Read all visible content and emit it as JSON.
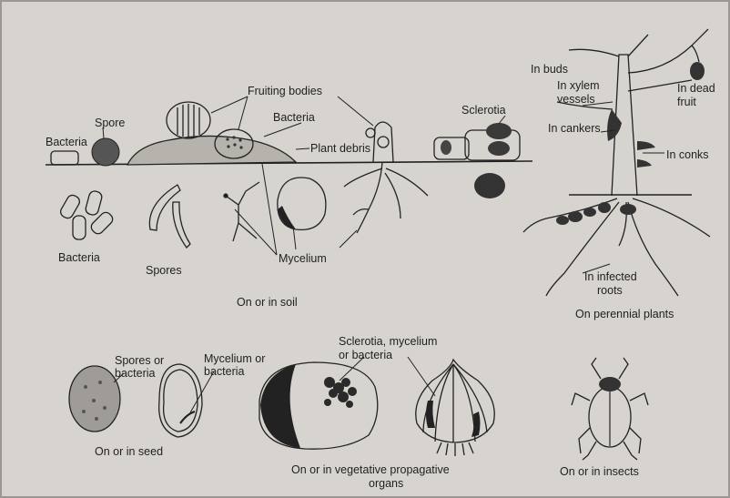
{
  "soil_section": {
    "bacteria_label": "Bacteria",
    "spore_label": "Spore",
    "fruiting_bodies_label": "Fruiting bodies",
    "bacteria_label_2": "Bacteria",
    "plant_debris_label": "Plant debris",
    "sclerotia_label": "Sclerotia",
    "bacteria_bottom_label": "Bacteria",
    "spores_label": "Spores",
    "mycelium_label": "Mycelium",
    "caption": "On or in soil"
  },
  "perennial_section": {
    "buds_label": "In buds",
    "xylem_label_1": "In xylem",
    "xylem_label_2": "vessels",
    "dead_label_1": "In dead",
    "dead_label_2": "fruit",
    "cankers_label": "In cankers",
    "conks_label": "In conks",
    "roots_label_1": "In infected",
    "roots_label_2": "roots",
    "caption": "On perennial plants"
  },
  "seed_section": {
    "spores_bacteria_1": "Spores or",
    "spores_bacteria_2": "bacteria",
    "mycelium_bacteria_1": "Mycelium or",
    "mycelium_bacteria_2": "bacteria",
    "caption": "On or in seed"
  },
  "vegetative_section": {
    "label_1": "Sclerotia, mycelium",
    "label_2": "or bacteria",
    "caption_1": "On or in vegetative propagative",
    "caption_2": "organs"
  },
  "insect_section": {
    "caption": "On or in insects"
  }
}
